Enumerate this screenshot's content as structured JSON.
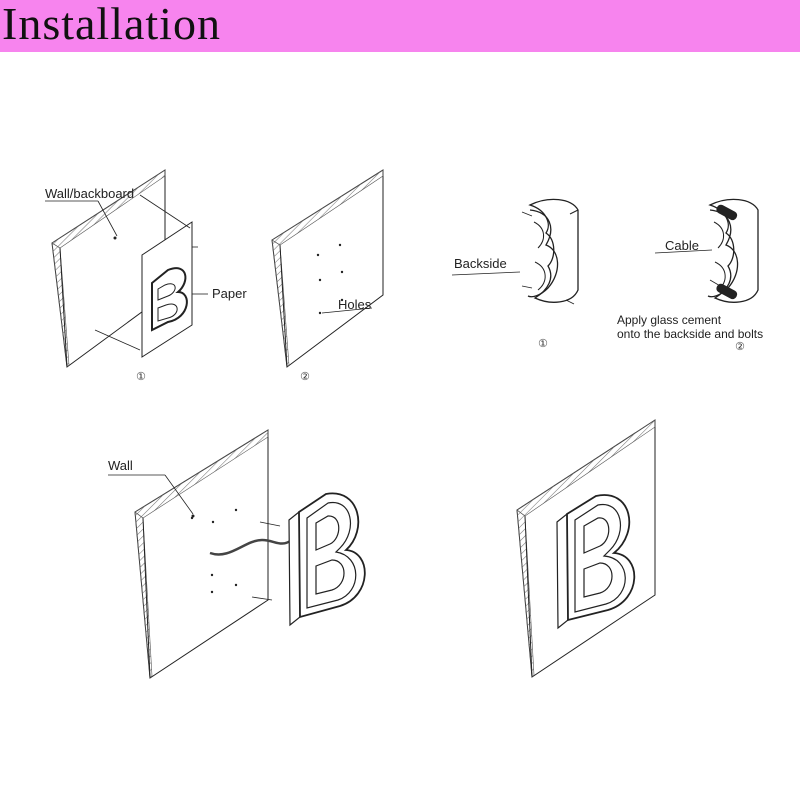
{
  "banner": {
    "title": "Installation",
    "color": "#f784ee"
  },
  "figure_top": {
    "panel_1": {
      "wall_label": "Wall/backboard",
      "paper_label": "Paper",
      "step": "①"
    },
    "panel_2": {
      "holes_label": "Holes",
      "step": "②"
    },
    "panel_3": {
      "backside_label": "Backside",
      "step": "①"
    },
    "panel_4": {
      "cable_label": "Cable",
      "cement_line_1": "Apply glass cement",
      "cement_line_2": "onto the backside and bolts",
      "step": "②"
    }
  },
  "figure_bottom": {
    "wall_label": "Wall",
    "letter": "B"
  }
}
